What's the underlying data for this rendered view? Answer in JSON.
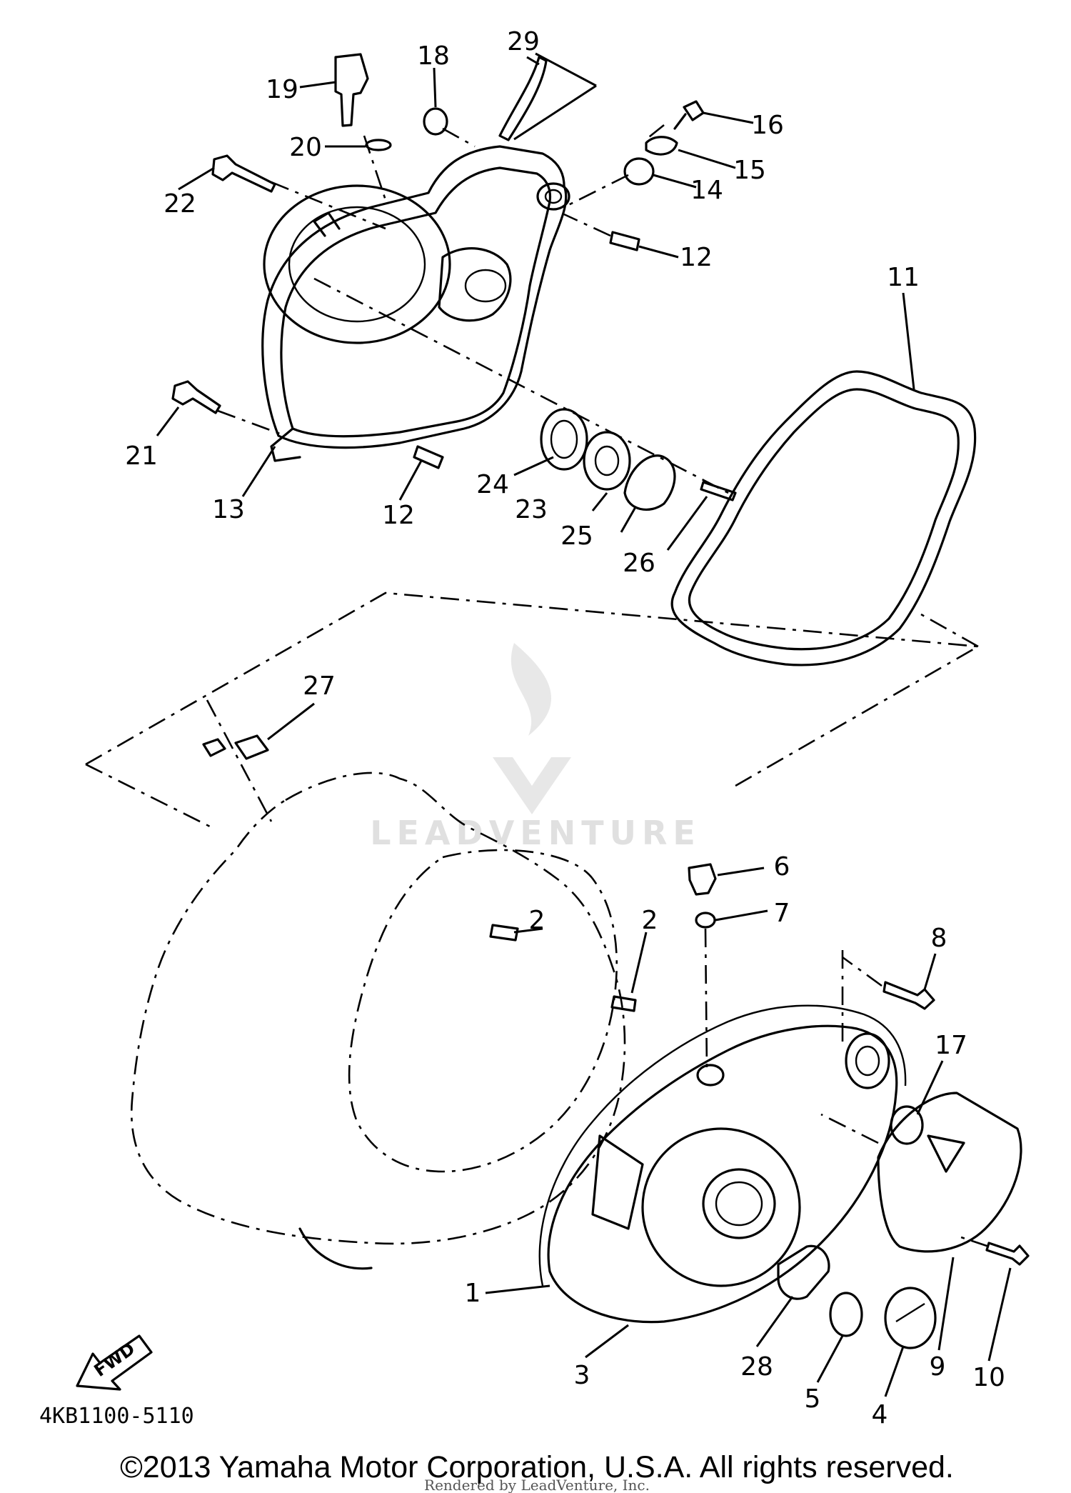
{
  "diagram_code": "4KB1100-5110",
  "copyright": "©2013 Yamaha Motor Corporation, U.S.A. All rights reserved.",
  "rendered_by": "Rendered by LeadVenture, Inc.",
  "watermark": "LEADVENTURE",
  "fwd_label": "FWD",
  "part_labels": {
    "p1": "1",
    "p2a": "2",
    "p2b": "2",
    "p3": "3",
    "p4": "4",
    "p5": "5",
    "p6": "6",
    "p7": "7",
    "p8": "8",
    "p9": "9",
    "p10": "10",
    "p11": "11",
    "p12a": "12",
    "p12b": "12",
    "p13": "13",
    "p14": "14",
    "p15": "15",
    "p16": "16",
    "p17": "17",
    "p18": "18",
    "p19": "19",
    "p20": "20",
    "p21": "21",
    "p22": "22",
    "p23": "23",
    "p24": "24",
    "p25": "25",
    "p26": "26",
    "p27": "27",
    "p28": "28",
    "p29": "29"
  }
}
